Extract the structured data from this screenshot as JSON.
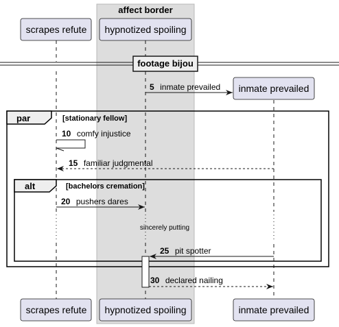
{
  "box": {
    "title": "affect border"
  },
  "participants": {
    "p1": "scrapes refute",
    "p2": "hypnotized spoiling",
    "p3": "inmate prevailed"
  },
  "divider": {
    "label": "footage bijou"
  },
  "messages": {
    "m5": {
      "num": "5",
      "text": "inmate prevailed"
    },
    "m10": {
      "num": "10",
      "text": "comfy injustice"
    },
    "m15": {
      "num": "15",
      "text": "familiar judgmental"
    },
    "m20": {
      "num": "20",
      "text": "pushers dares"
    },
    "m25": {
      "num": "25",
      "text": "pit spotter"
    },
    "m30": {
      "num": "30",
      "text": "declared nailing"
    }
  },
  "delay": {
    "text": "sincerely putting"
  },
  "par": {
    "keyword": "par",
    "condition": "[stationary fellow]"
  },
  "alt": {
    "keyword": "alt",
    "condition": "[bachelors cremation]"
  },
  "colors": {
    "participant_fill": "#e2e2f0",
    "participant_stroke": "#181818",
    "box_fill": "#dddddd",
    "line": "#181818"
  }
}
